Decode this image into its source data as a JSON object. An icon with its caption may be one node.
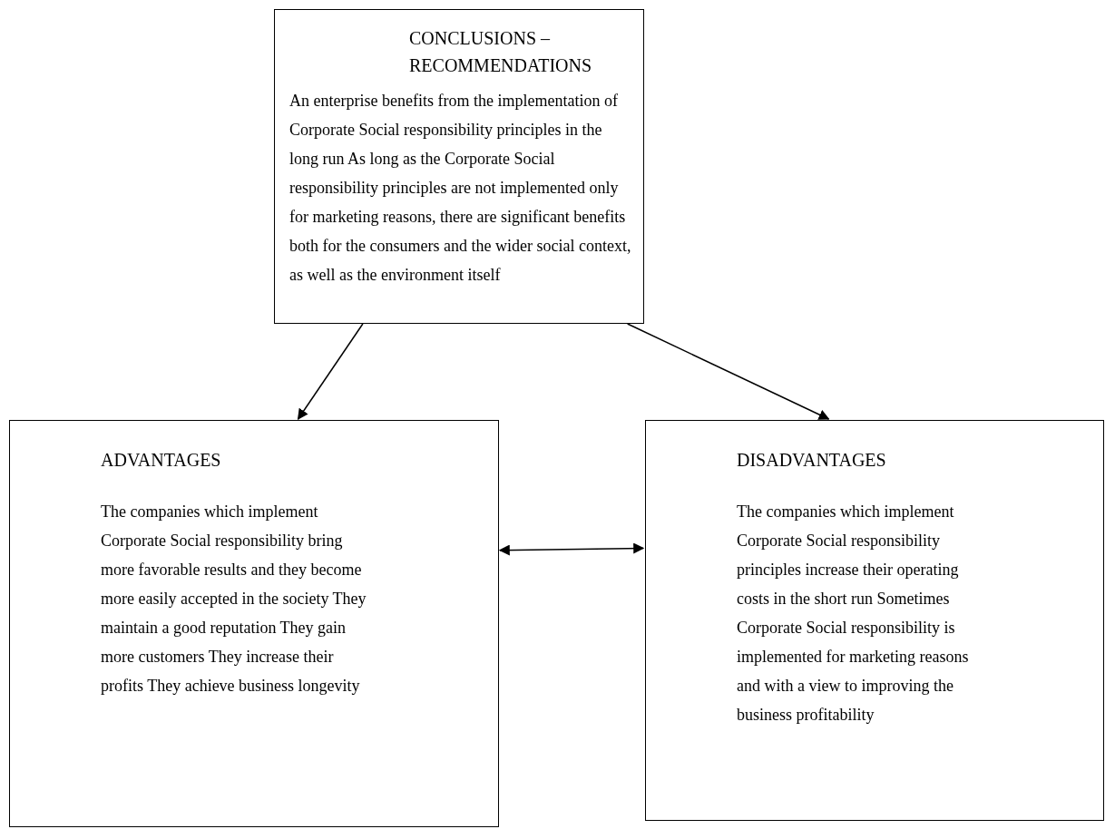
{
  "diagram": {
    "nodes": [
      {
        "text": [
          "CONCLUSIONS – RECOMMENDATIONS",
          "An enterprise benefits from the implementation of Corporate Social responsibility principles in the long run  As long as the Corporate Social responsibility principles are not implemented only for marketing reasons, there are significant benefits both for the consumers and the wider social context, as well as the environment itself"
        ]
      },
      {
        "text": [
          "ADVANTAGES",
          "The companies which implement Corporate Social responsibility bring more favorable results and they become more easily accepted in the society  They maintain a good reputation They gain more customers  They increase their profits  They achieve business longevity"
        ]
      },
      {
        "text": [
          "DISADVANTAGES",
          "The companies which implement Corporate Social responsibility principles increase their operating costs in the short run  Sometimes Corporate Social responsibility is implemented for marketing reasons and with a view to improving the business profitability"
        ]
      }
    ],
    "edges": [
      {
        "from": 0,
        "to": 1,
        "arrow": "to"
      },
      {
        "from": 0,
        "to": 2,
        "arrow": "to"
      },
      {
        "from": 1,
        "to": 2,
        "arrow": "both"
      }
    ]
  }
}
